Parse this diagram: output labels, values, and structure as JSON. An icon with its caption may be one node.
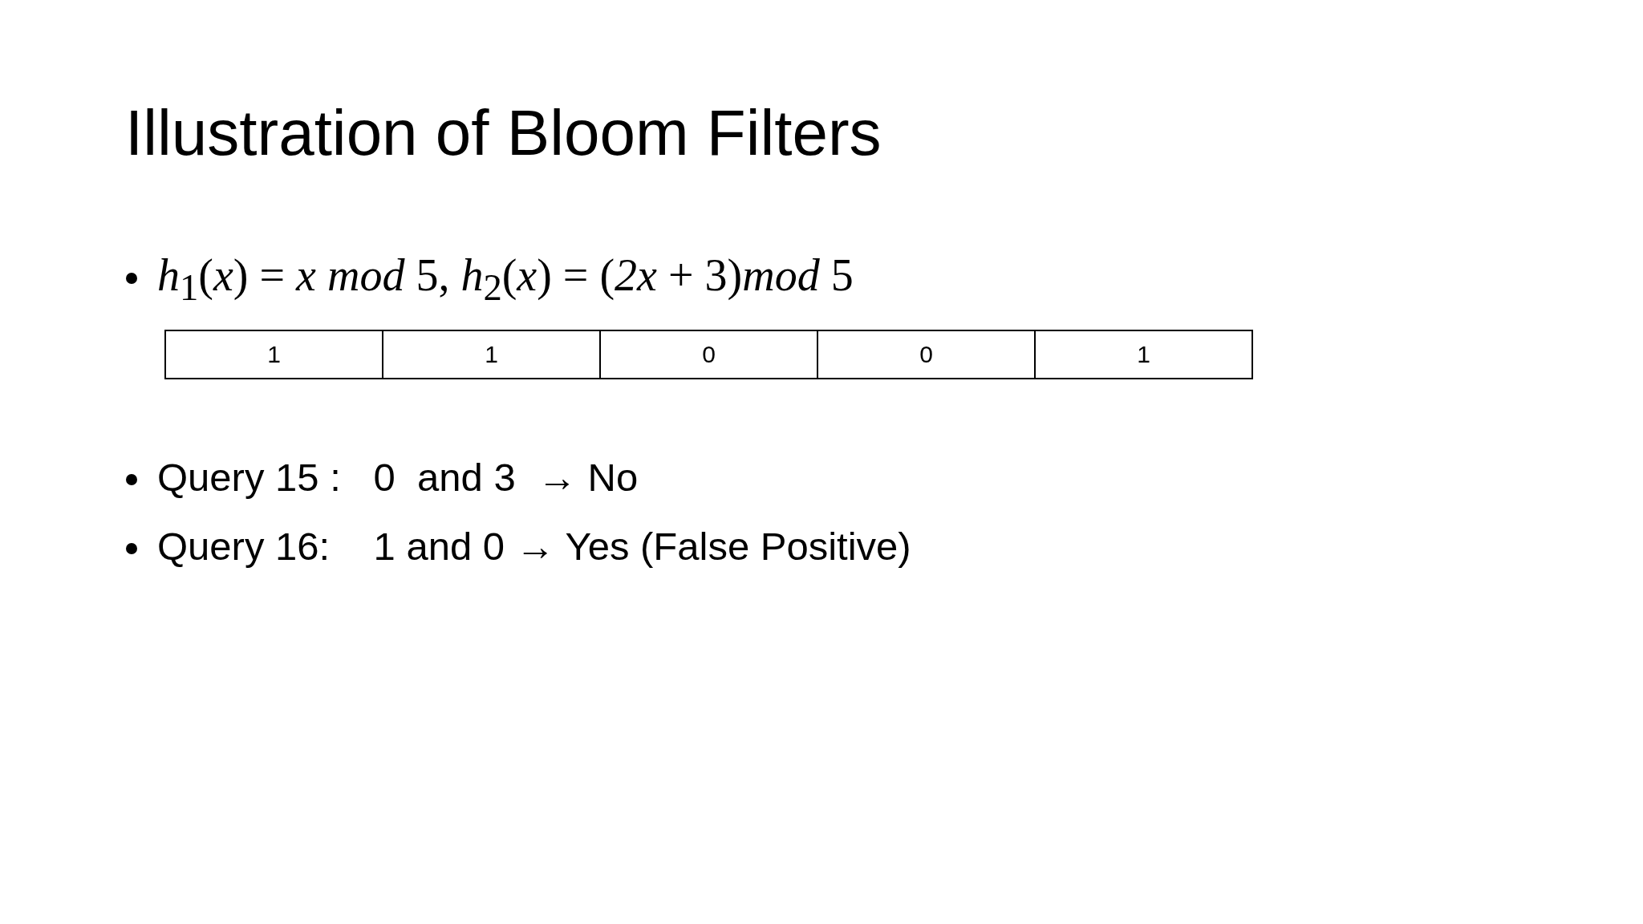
{
  "diagram": {
    "title": "Illustration of Bloom Filters",
    "labels": [
      "*h*$_{1}$(*x*) = *x mod* 5, *h*$_{2}$(*x*) = (*2x* + 3)*mod* 5",
      "1",
      "1",
      "0",
      "0",
      "1",
      "Query 15 :   0  and 3  → No",
      "Query 16:    1 and 0 → Yes (False Positive)"
    ]
  }
}
